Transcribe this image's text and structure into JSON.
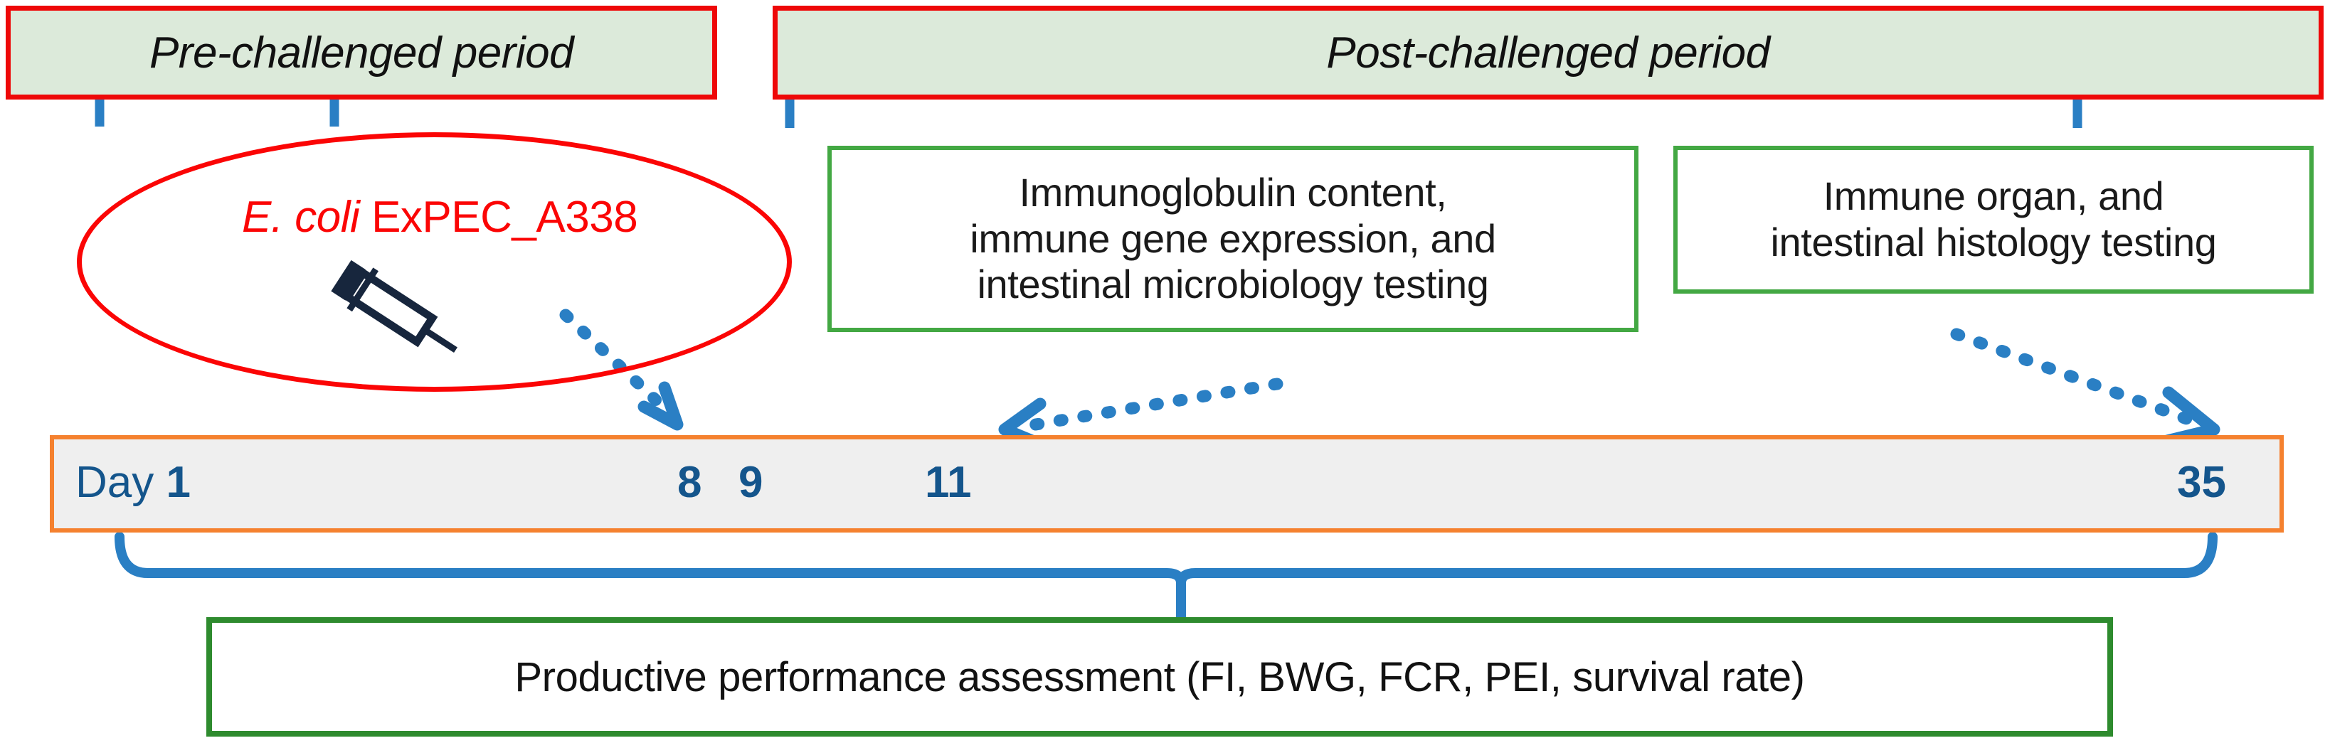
{
  "diagram": {
    "title_periods": {
      "pre": "Pre-challenged period",
      "post": "Post-challenged period"
    },
    "challenge": {
      "organism_italic": "E. coli",
      "strain": " ExPEC_A338",
      "icon": "syringe-icon"
    },
    "assay_boxes": [
      {
        "name": "immunoglobulin-assays",
        "lines": [
          "Immunoglobulin content,",
          "immune gene expression, and",
          "intestinal microbiology testing"
        ]
      },
      {
        "name": "histology-assays",
        "lines": [
          "Immune organ, and",
          "intestinal histology testing"
        ]
      }
    ],
    "timeline": {
      "day_word": "Day",
      "ticks": [
        {
          "label": "1",
          "bold": true
        },
        {
          "label": "8",
          "bold": true
        },
        {
          "label": "9",
          "bold": true
        },
        {
          "label": "11",
          "bold": true
        },
        {
          "label": "35",
          "bold": true
        }
      ]
    },
    "assessment": {
      "label": "Productive performance assessment (FI, BWG, FCR, PEI, survival rate)"
    },
    "colors": {
      "period_fill": "#dceada",
      "period_border": "#ee0808",
      "assay_border": "#43a843",
      "assessment_border": "#2e8b2e",
      "timeline_fill": "#efefef",
      "timeline_border": "#f5812f",
      "bracket_blue": "#2a7fc4",
      "day_text": "#14558c",
      "ecoli_red": "#fb0505"
    }
  }
}
